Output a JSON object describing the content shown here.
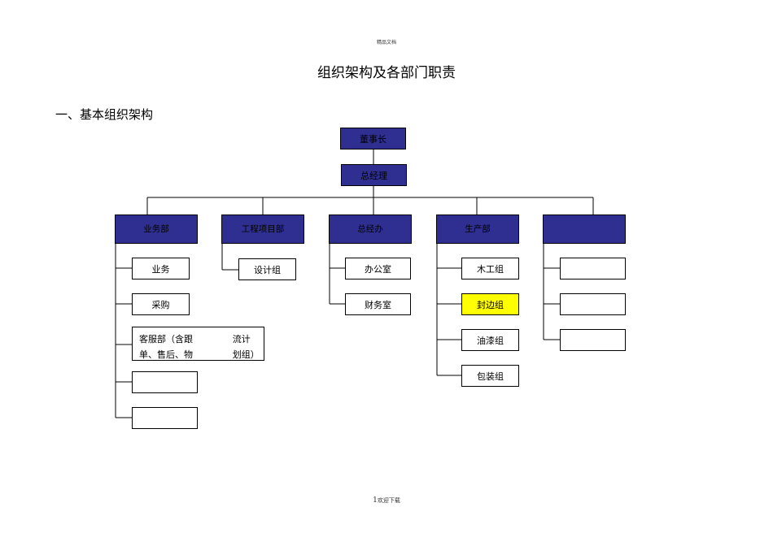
{
  "header_note": "精品文档",
  "title": "组织架构及各部门职责",
  "section_heading": "一、基本组织架构",
  "org": {
    "chairman": "董事长",
    "general_manager": "总经理",
    "departments": [
      {
        "name": "业务部",
        "children": [
          "业务",
          "采购",
          "",
          "",
          ""
        ]
      },
      {
        "name": "工程项目部",
        "children": [
          "设计组"
        ]
      },
      {
        "name": "总经办",
        "children": [
          "办公室",
          "财务室"
        ]
      },
      {
        "name": "生产部",
        "children": [
          "木工组",
          "封边组",
          "油漆组",
          "包装组"
        ]
      },
      {
        "name": "",
        "children": [
          "",
          "",
          ""
        ]
      }
    ],
    "customer_service_line1": "客服部（含跟单、售后、物",
    "customer_service_line2": "流计划组）"
  },
  "colors": {
    "navy_box": "#2f2f92",
    "highlight": "#ffff00",
    "line": "#000000"
  },
  "footer": {
    "page": "1",
    "text": "欢迎下载"
  }
}
